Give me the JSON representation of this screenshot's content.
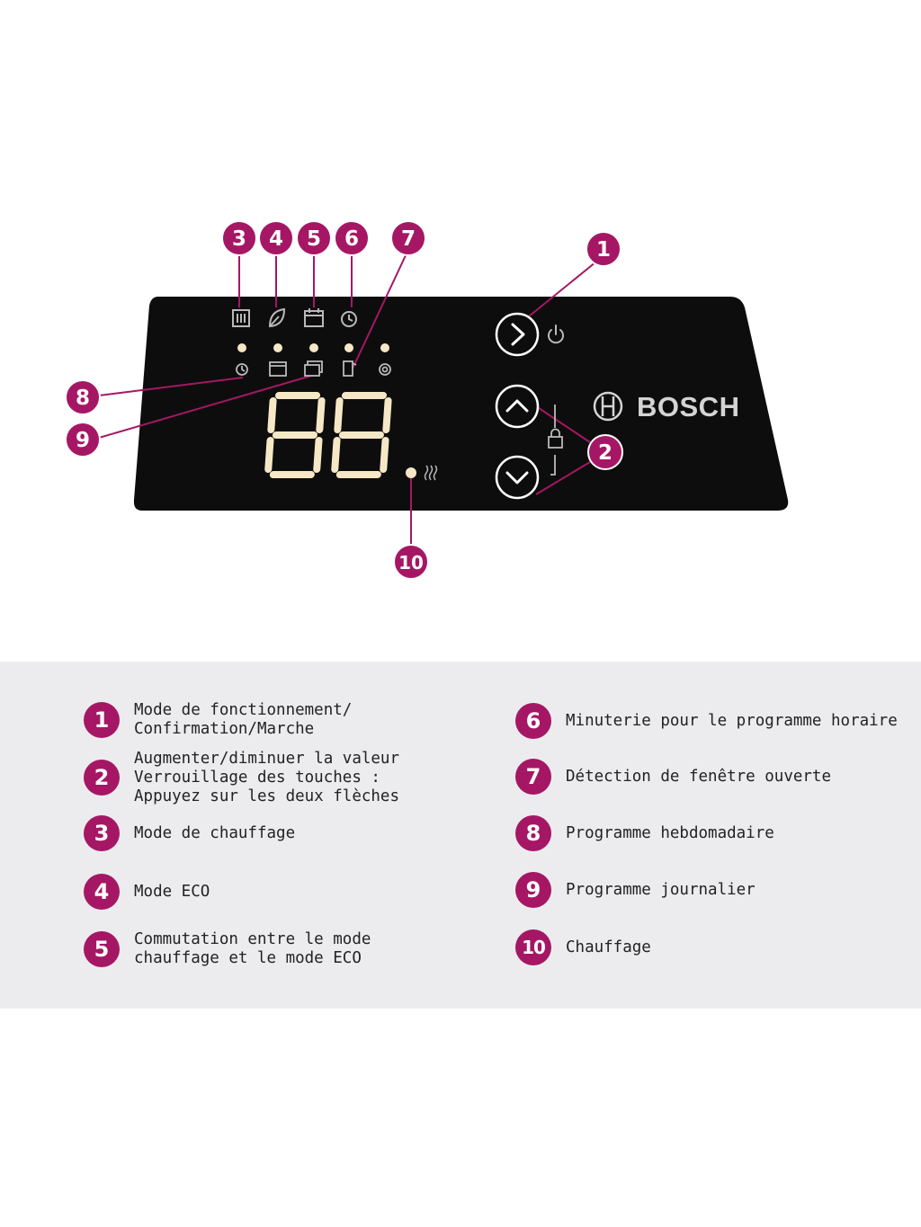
{
  "colors": {
    "accent": "#a51764",
    "panel": "#0d0d0d",
    "led": "#f6e7c6",
    "icon": "#b9b9b9",
    "brand": "#d4d4d4",
    "legend_bg": "#ececef",
    "line": "#a51764"
  },
  "panel": {
    "display_digits": "88",
    "brand_name": "BOSCH",
    "top_icons": [
      "heating-mode-icon",
      "eco-leaf-icon",
      "calendar-icon",
      "timer-clock-icon"
    ],
    "status_icons": [
      "clock-icon",
      "weekly-calendar-icon",
      "daily-calendar-icon",
      "open-window-icon",
      "settings-gear-icon"
    ],
    "buttons": [
      "mode-confirm-button",
      "up-arrow-button",
      "down-arrow-button"
    ],
    "side_icons": [
      "power-icon",
      "padlock-icon",
      "heat-waves-icon"
    ]
  },
  "callouts": [
    "1",
    "2",
    "3",
    "4",
    "5",
    "6",
    "7",
    "8",
    "9",
    "10"
  ],
  "legend": {
    "left": [
      {
        "num": "1",
        "lines": [
          "Mode de fonctionnement/",
          "Confirmation/Marche"
        ]
      },
      {
        "num": "2",
        "lines": [
          "Augmenter/diminuer la valeur",
          "Verrouillage des touches :",
          "Appuyez sur les deux flèches"
        ]
      },
      {
        "num": "3",
        "lines": [
          "Mode de chauffage"
        ]
      },
      {
        "num": "4",
        "lines": [
          "Mode ECO"
        ]
      },
      {
        "num": "5",
        "lines": [
          "Commutation entre le mode",
          "chauffage et le mode ECO"
        ]
      }
    ],
    "right": [
      {
        "num": "6",
        "lines": [
          "Minuterie pour le programme horaire"
        ]
      },
      {
        "num": "7",
        "lines": [
          "Détection de fenêtre ouverte"
        ]
      },
      {
        "num": "8",
        "lines": [
          "Programme hebdomadaire"
        ]
      },
      {
        "num": "9",
        "lines": [
          "Programme journalier"
        ]
      },
      {
        "num": "10",
        "lines": [
          "Chauffage"
        ]
      }
    ]
  }
}
